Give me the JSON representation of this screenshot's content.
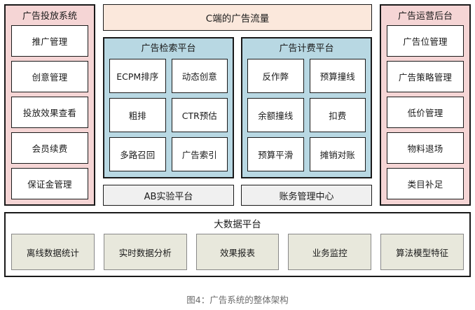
{
  "diagram": {
    "caption": "图4：广告系统的整体架构",
    "colors": {
      "pink_panel": "#f5d5d5",
      "blue_panel": "#b8d8e3",
      "peach_bar": "#fbe8dc",
      "gray_box": "#f0f0f0",
      "beige_box": "#e8e8dc",
      "border": "#1a1a1a",
      "caption_text": "#6b6b6b",
      "page_background": "#ffffff"
    },
    "left_panel": {
      "title": "广告投放系统",
      "items": [
        {
          "label": "推广管理"
        },
        {
          "label": "创意管理"
        },
        {
          "label": "投放效果查看"
        },
        {
          "label": "会员续费"
        },
        {
          "label": "保证金管理"
        }
      ]
    },
    "center": {
      "traffic_bar": {
        "label": "C端的广告流量"
      },
      "platforms": [
        {
          "title": "广告检索平台",
          "items": [
            {
              "label": "ECPM排序"
            },
            {
              "label": "动态创意"
            },
            {
              "label": "粗排"
            },
            {
              "label": "CTR预估"
            },
            {
              "label": "多路召回"
            },
            {
              "label": "广告索引"
            }
          ]
        },
        {
          "title": "广告计费平台",
          "items": [
            {
              "label": "反作弊"
            },
            {
              "label": "预算撞线"
            },
            {
              "label": "余额撞线"
            },
            {
              "label": "扣费"
            },
            {
              "label": "预算平滑"
            },
            {
              "label": "摊销对账"
            }
          ]
        }
      ],
      "footers": [
        {
          "label": "AB实验平台"
        },
        {
          "label": "账务管理中心"
        }
      ]
    },
    "right_panel": {
      "title": "广告运营后台",
      "items": [
        {
          "label": "广告位管理"
        },
        {
          "label": "广告策略管理"
        },
        {
          "label": "低价管理"
        },
        {
          "label": "物料退场"
        },
        {
          "label": "类目补足"
        }
      ]
    },
    "bigdata": {
      "title": "大数据平台",
      "items": [
        {
          "label": "离线数据统计"
        },
        {
          "label": "实时数据分析"
        },
        {
          "label": "效果报表"
        },
        {
          "label": "业务监控"
        },
        {
          "label": "算法模型特征"
        }
      ]
    }
  }
}
